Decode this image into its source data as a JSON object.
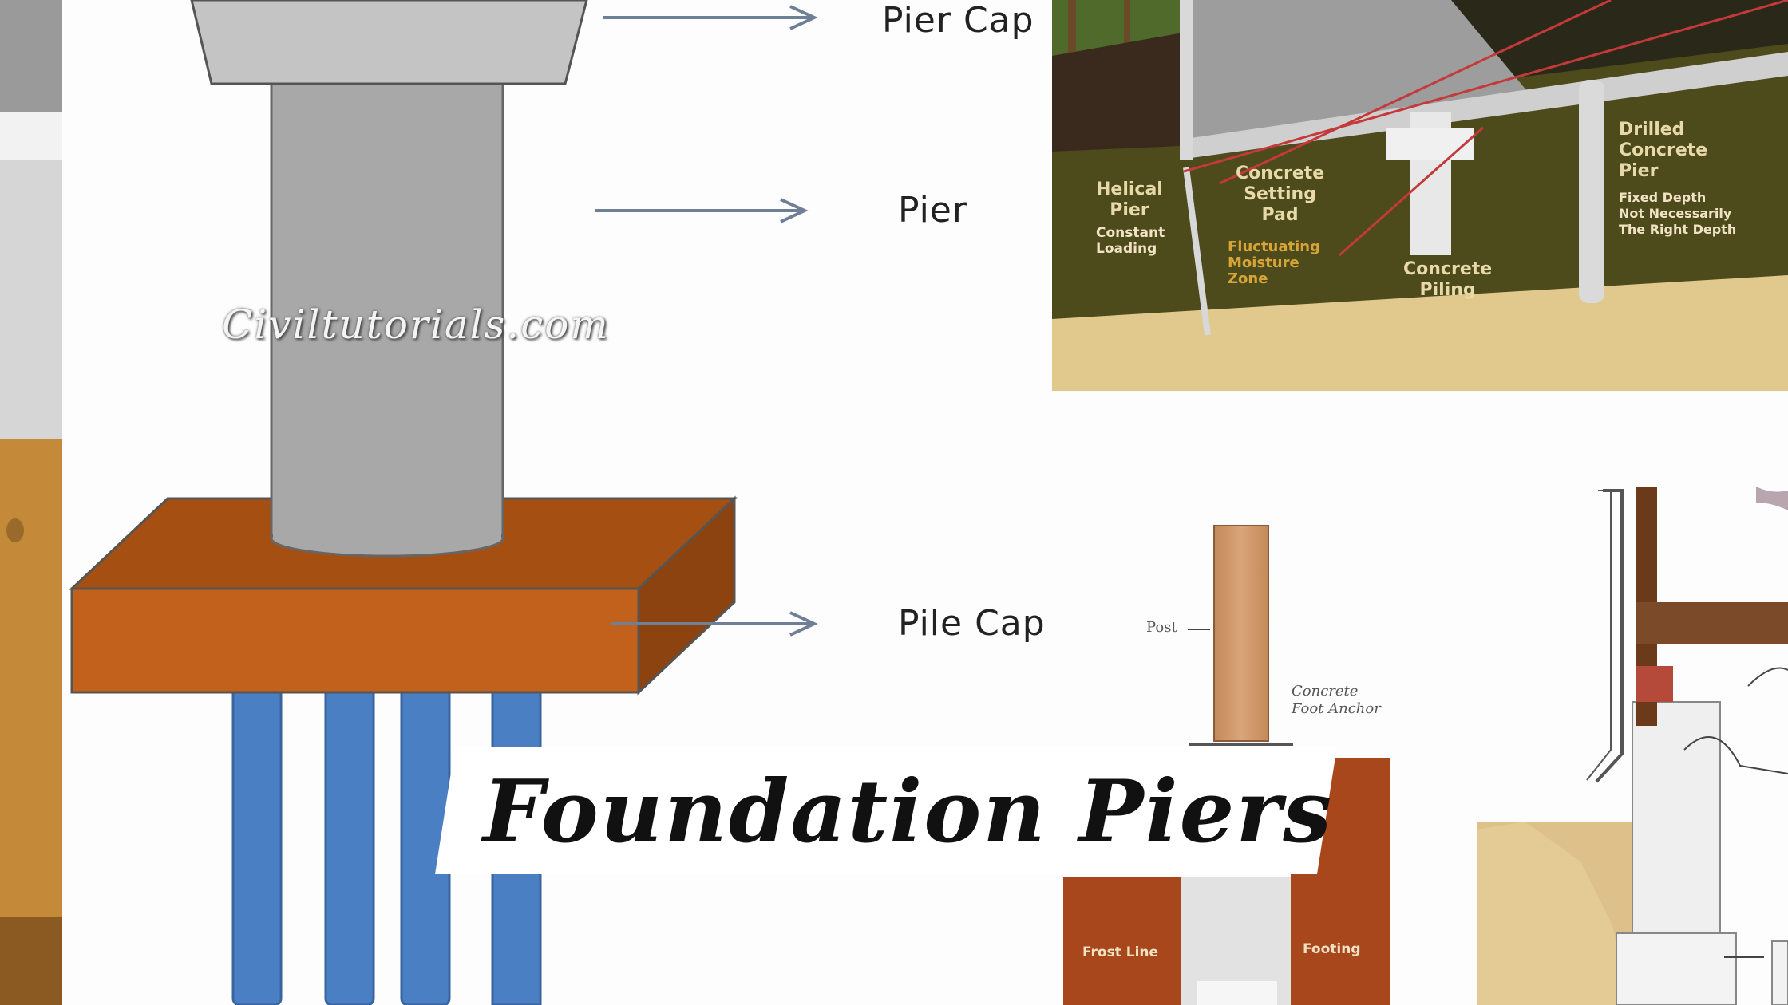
{
  "diagram": {
    "labels": {
      "pier_cap": "Pier Cap",
      "pier": "Pier",
      "pile_cap": "Pile Cap"
    },
    "watermark": "Civiltutorials.com",
    "title": "Foundation Piers"
  },
  "photo_crawlspace": {
    "helical_pier": "Helical\nPier",
    "helical_pier_sub": "Constant\nLoading",
    "concrete_pad": "Concrete\nSetting\nPad",
    "moisture_zone": "Fluctuating\nMoisture\nZone",
    "concrete_piling": "Concrete\nPiling",
    "drilled_pier": "Drilled\nConcrete\nPier",
    "drilled_pier_sub": "Fixed Depth\nNot Necessarily\nThe Right Depth"
  },
  "small_drawing": {
    "post": "Post",
    "footing": "Concrete\nFoot Anchor"
  },
  "bottom_drawing": {
    "frost_line": "Frost Line",
    "footing": "Footing"
  },
  "colors": {
    "pier_gray": "#a8a8a8",
    "pile_cap_orange": "#c1611c",
    "pile_blue": "#4a7fc4",
    "arrow": "#6f7f95",
    "soil_green": "#4d4a1c"
  }
}
